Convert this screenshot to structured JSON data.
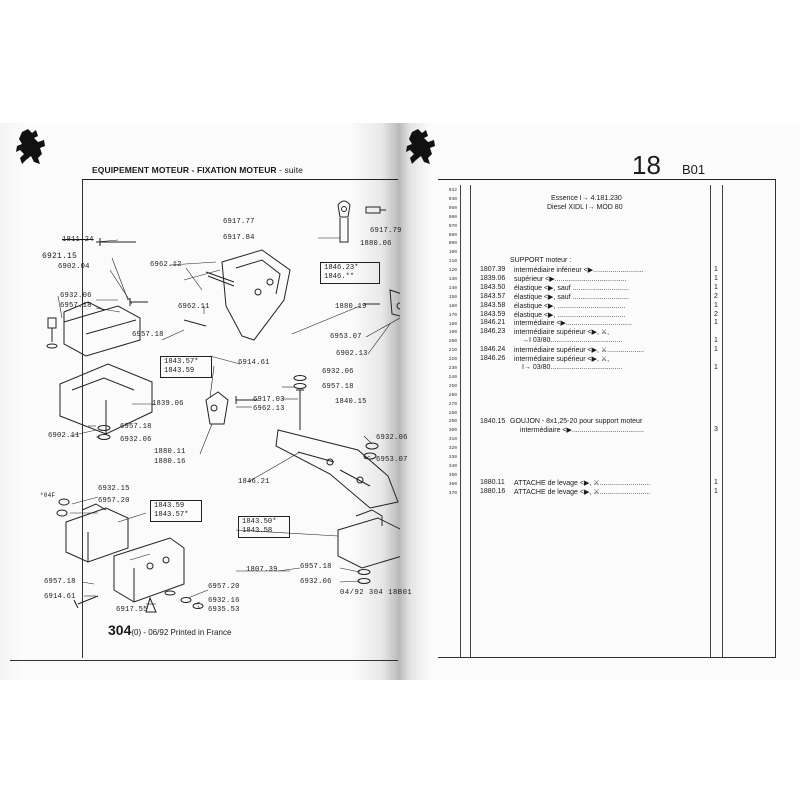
{
  "left_page": {
    "title": "EQUIPEMENT MOTEUR",
    "subtitle_1": " - FIXATION MOTEUR",
    "subtitle_2": " - suite",
    "labels": {
      "l6917_77": "6917.77",
      "l6917_84": "6917.84",
      "l6917_79": "6917.79",
      "l1880_06": "1880.06",
      "l1811_24": "1811.24",
      "l6921_15": "6921.15",
      "l6902_04": "6902.04",
      "l6962_12": "6962.12",
      "l6932_06a": "6932.06",
      "l6957_18a": "6957.18",
      "l6962_11": "6962.11",
      "l6957_18b": "6957.18",
      "l1880_19": "1880.19",
      "l6953_07a": "6953.07",
      "l6902_13": "6902.13",
      "l6914_61a": "6914.61",
      "l6932_06b": "6932.06",
      "l6957_18c": "6957.18",
      "l1839_06": "1839.06",
      "l6917_03": "6917.03",
      "l6962_13": "6962.13",
      "l1840_15": "1840.15",
      "l6902_11": "6902.11",
      "l6957_18d": "6957.18",
      "l6932_06c": "6932.06",
      "l1880_11": "1880.11",
      "l1880_16": "1880.16",
      "l6932_06d": "6932.06",
      "l6953_07b": "6953.07",
      "l1846_21": "1846.21",
      "l04F": "*04F",
      "l6932_15": "6932.15",
      "l6957_20a": "6957.20",
      "l1807_39": "1807.39",
      "l6957_18e": "6957.18",
      "l6932_06e": "6932.06",
      "l6957_18f": "6957.18",
      "l6914_61b": "6914.61",
      "l6957_20b": "6957.20",
      "l6932_16": "6932.16",
      "l6917_55": "6917.55",
      "l6935_53": "6935.53"
    },
    "boxes": {
      "b1846_23": "1846.23*",
      "b1846_x": "1846.**",
      "b1843_57": "1843.57*",
      "b1843_59a": "1843.59",
      "b1843_59b": "1843.59",
      "b1843_57b": "1843.57*",
      "b1843_50": "1843.50*",
      "b1843_58": "1843.58"
    },
    "ref_code": "04/92 304 18B01",
    "footer_page": "304",
    "footer_text": "(0) - 06/92 Printed in France"
  },
  "right_page": {
    "section_number": "18",
    "section_code": "B01",
    "line_numbers": [
      "032",
      "040",
      "050",
      "060",
      "070",
      "080",
      "090",
      "100",
      "110",
      "120",
      "130",
      "140",
      "150",
      "160",
      "170",
      "180",
      "190",
      "200",
      "210",
      "220",
      "230",
      "240",
      "250",
      "260",
      "270",
      "280",
      "290",
      "300",
      "310",
      "320",
      "330",
      "340",
      "350",
      "360",
      "370"
    ],
    "apply_1": "Essence I→  4.181.230",
    "apply_2": "Diesel XIDL I→  MOD 80",
    "group_title": "SUPPORT moteur :",
    "parts": [
      {
        "ref": "1807.39",
        "desc": "intermédiaire inférieur <▶..........................",
        "qty": "1"
      },
      {
        "ref": "1839.06",
        "desc": "supérieur <▶.....................................",
        "qty": "1"
      },
      {
        "ref": "1843.50",
        "desc": "élastique <▶, sauf .............................",
        "qty": "1"
      },
      {
        "ref": "1843.57",
        "desc": "élastique <▶, sauf .............................",
        "qty": "2"
      },
      {
        "ref": "1843.58",
        "desc": "élastique <▶, ...................................",
        "qty": "1"
      },
      {
        "ref": "1843.59",
        "desc": "élastique <▶, ...................................",
        "qty": "2"
      },
      {
        "ref": "1846.21",
        "desc": "intermédiaire <▶..................................",
        "qty": "1"
      },
      {
        "ref": "1846.23",
        "desc": "intermédiaire supérieur <▶, ⚔,",
        "qty": ""
      },
      {
        "ref": "",
        "desc": "→I 03/80.....................................",
        "qty": "1"
      },
      {
        "ref": "1846.24",
        "desc": "intermédiaire supérieur <▶, ⚔...................",
        "qty": "1"
      },
      {
        "ref": "1846.26",
        "desc": "intermédiaire supérieur <▶, ⚔,",
        "qty": ""
      },
      {
        "ref": "",
        "desc": "I→ 03/80.....................................",
        "qty": "1"
      }
    ],
    "goujon_ref": "1840.15",
    "goujon_desc_1": "GOUJON - 8x1,25-20 pour support moteur",
    "goujon_desc_2": "intermédiaire <▶.....................................",
    "goujon_qty": "3",
    "attache": [
      {
        "ref": "1880.11",
        "desc": "ATTACHE de levage <▶, ⚔..........................",
        "qty": "1"
      },
      {
        "ref": "1880.16",
        "desc": "ATTACHE de levage <▶, ⚔..........................",
        "qty": "1"
      }
    ]
  }
}
